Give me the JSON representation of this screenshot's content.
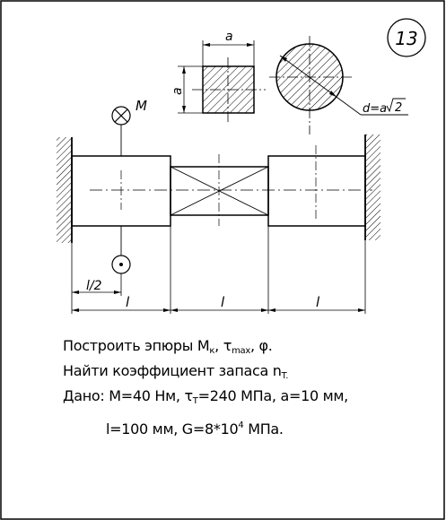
{
  "problem_number": "13",
  "labels": {
    "moment_symbol": "M",
    "side_a_top": "a",
    "side_a_left": "a",
    "diameter_label": "d=a",
    "sqrt_arg": "2",
    "half_length": "l/2",
    "segment_length_1": "l",
    "segment_length_2": "l",
    "segment_length_3": "l"
  },
  "task": {
    "line1_pre": "Построить эпюры M",
    "line1_sub1": "к",
    "line1_mid": ", τ",
    "line1_sub2": "max",
    "line1_post": ", φ.",
    "line2_pre": "Найти коэффициент запаса n",
    "line2_sub": "T.",
    "line3_pre": "Дано: M=40 Нм, τ",
    "line3_sub": "T",
    "line3_post": "=240 МПа, a=10 мм,",
    "line4_pre": "l=100 мм, G=8*10",
    "line4_sup": "4",
    "line4_post": " МПа."
  }
}
